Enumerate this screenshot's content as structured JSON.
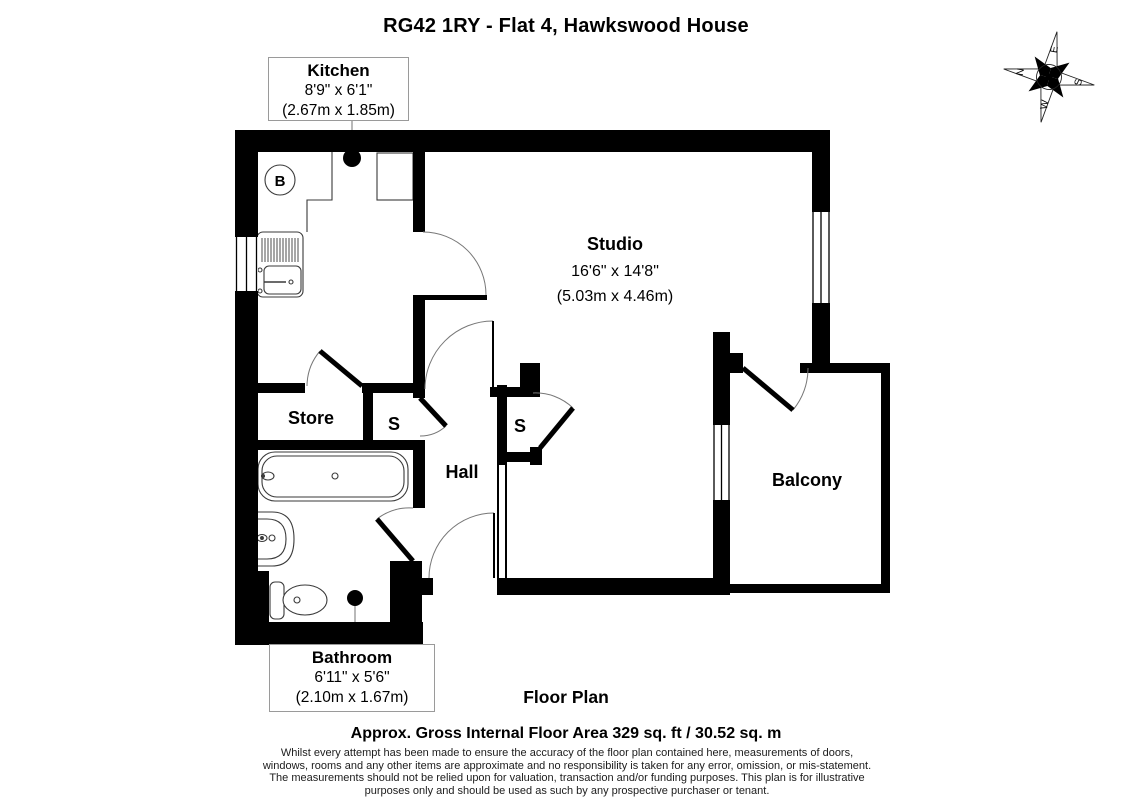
{
  "title": "RG42 1RY - Flat 4, Hawkswood House",
  "rooms": {
    "kitchen": {
      "name": "Kitchen",
      "imperial": "8'9\" x 6'1\"",
      "metric": "(2.67m x 1.85m)"
    },
    "studio": {
      "name": "Studio",
      "imperial": "16'6\" x 14'8\"",
      "metric": "(5.03m x 4.46m)"
    },
    "bathroom": {
      "name": "Bathroom",
      "imperial": "6'11\" x 5'6\"",
      "metric": "(2.10m x 1.67m)"
    },
    "store": {
      "name": "Store"
    },
    "hall": {
      "name": "Hall"
    },
    "balcony": {
      "name": "Balcony"
    },
    "cupboard1": {
      "name": "S"
    },
    "cupboard2": {
      "name": "S"
    },
    "boiler": {
      "name": "B"
    }
  },
  "compass": {
    "north": "N",
    "east": "E",
    "south": "S",
    "west": "W"
  },
  "footer": {
    "heading": "Floor Plan",
    "area": "Approx. Gross Internal Floor Area 329 sq. ft / 30.52 sq. m",
    "disclaimer": "Whilst every attempt has been made to ensure the accuracy of the floor plan contained here, measurements of doors, windows, rooms and any other items are approximate and no responsibility is taken for any error, omission, or mis-statement. The measurements should not be relied upon for valuation, transaction and/or funding purposes. This plan is for illustrative purposes only and should be used as such by any prospective purchaser or tenant."
  },
  "colors": {
    "wall": "#000000",
    "fixture": "#3a3a3a",
    "arc": "#777777",
    "leader": "#8a8a8a",
    "box_border": "#9a9a9a"
  }
}
